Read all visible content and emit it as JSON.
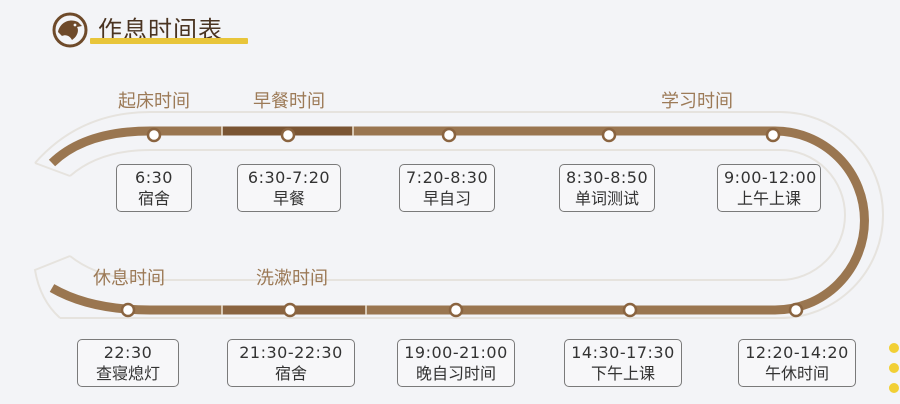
{
  "header": {
    "title": "作息时间表",
    "logo_icon": "eagle-head-icon"
  },
  "colors": {
    "track": "#9a7650",
    "track_dark": "#7a5533",
    "accent_yellow": "#e8c53a",
    "label": "#9c7a57",
    "title": "#4a3422"
  },
  "top_row": {
    "section_labels": [
      {
        "text": "起床时间"
      },
      {
        "text": "早餐时间"
      },
      {
        "text": "学习时间"
      }
    ],
    "stops": [
      {
        "time": "6:30",
        "activity": "宿舍"
      },
      {
        "time": "6:30-7:20",
        "activity": "早餐"
      },
      {
        "time": "7:20-8:30",
        "activity": "早自习"
      },
      {
        "time": "8:30-8:50",
        "activity": "单词测试"
      },
      {
        "time": "9:00-12:00",
        "activity": "上午上课"
      }
    ]
  },
  "bottom_row": {
    "section_labels": [
      {
        "text": "休息时间"
      },
      {
        "text": "洗漱时间"
      }
    ],
    "stops": [
      {
        "time": "22:30",
        "activity": "查寝熄灯"
      },
      {
        "time": "21:30-22:30",
        "activity": "宿舍"
      },
      {
        "time": "19:00-21:00",
        "activity": "晚自习时间"
      },
      {
        "time": "14:30-17:30",
        "activity": "下午上课"
      },
      {
        "time": "12:20-14:20",
        "activity": "午休时间"
      }
    ]
  }
}
